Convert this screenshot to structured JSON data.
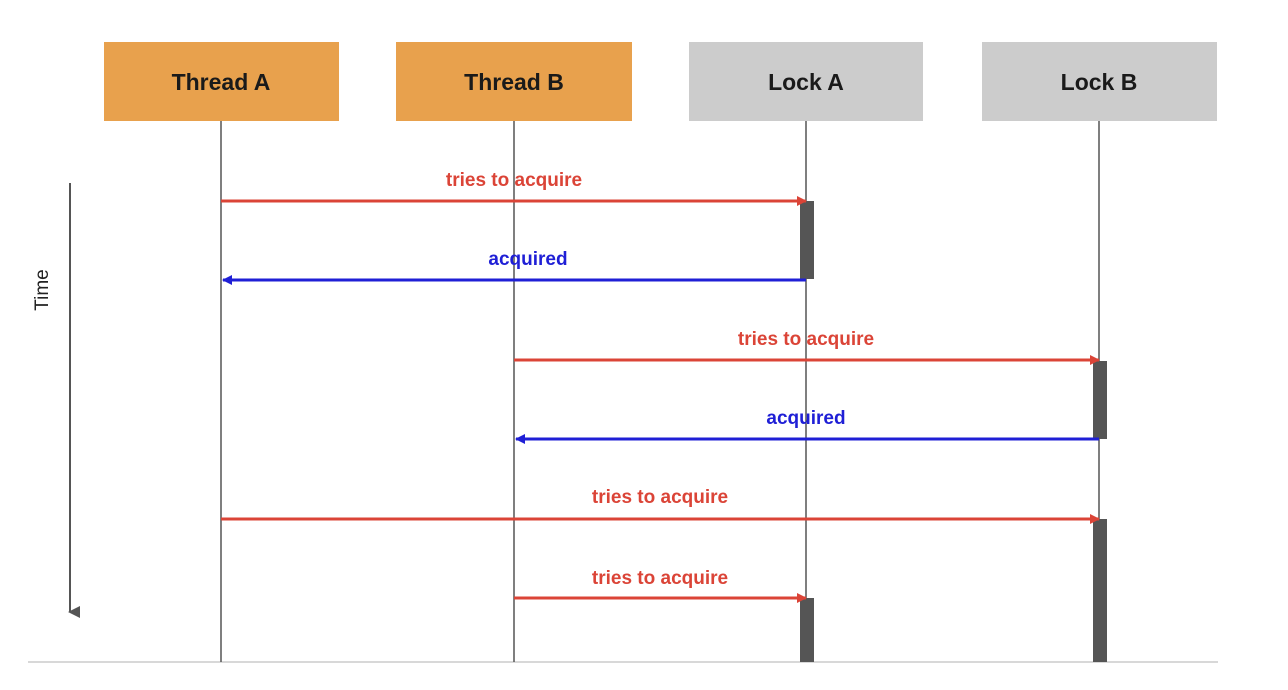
{
  "colors": {
    "thread_header": "#e8a14d",
    "lock_header": "#cccccc",
    "request_arrow": "#db4437",
    "acquired_arrow": "#1f1fd6",
    "lifeline": "#555555",
    "activation": "#555555"
  },
  "time_axis": {
    "label": "Time"
  },
  "participants": [
    {
      "id": "thread-a",
      "label": "Thread A",
      "kind": "thread"
    },
    {
      "id": "thread-b",
      "label": "Thread B",
      "kind": "thread"
    },
    {
      "id": "lock-a",
      "label": "Lock A",
      "kind": "lock"
    },
    {
      "id": "lock-b",
      "label": "Lock B",
      "kind": "lock"
    }
  ],
  "messages": [
    {
      "from": "thread-a",
      "to": "lock-a",
      "label": "tries to acquire",
      "type": "request"
    },
    {
      "from": "lock-a",
      "to": "thread-a",
      "label": "acquired",
      "type": "acquired"
    },
    {
      "from": "thread-b",
      "to": "lock-b",
      "label": "tries to acquire",
      "type": "request"
    },
    {
      "from": "lock-b",
      "to": "thread-b",
      "label": "acquired",
      "type": "acquired"
    },
    {
      "from": "thread-a",
      "to": "lock-b",
      "label": "tries to acquire",
      "type": "request"
    },
    {
      "from": "thread-b",
      "to": "lock-a",
      "label": "tries to acquire",
      "type": "request"
    }
  ]
}
